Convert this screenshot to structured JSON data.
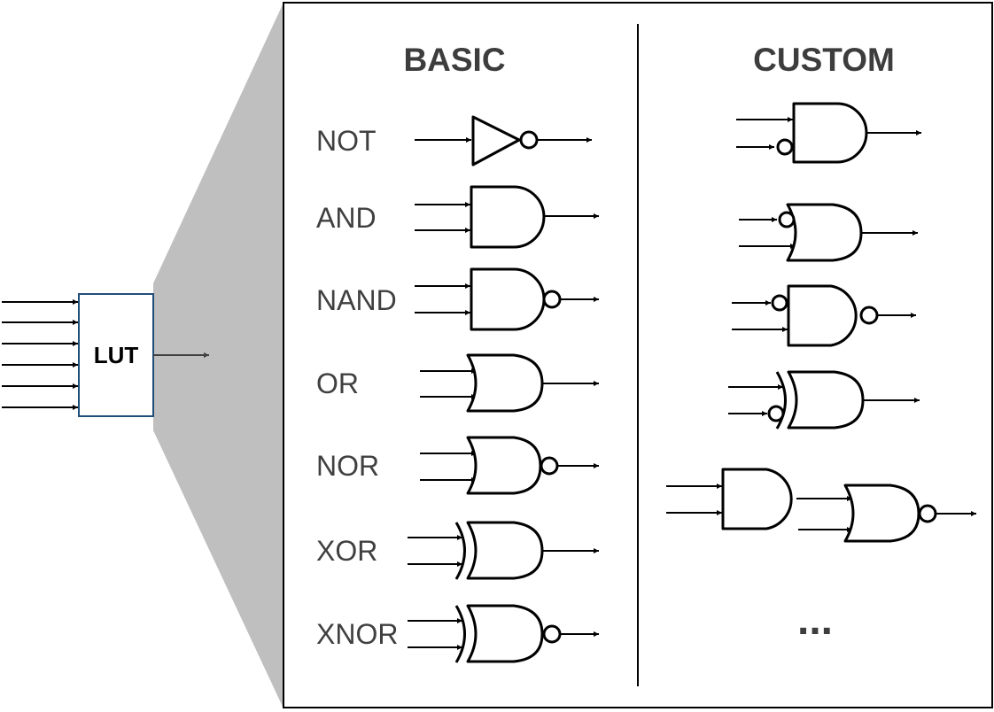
{
  "diagram": {
    "lut_label": "LUT",
    "basic": {
      "title": "BASIC",
      "gates": [
        {
          "label": "NOT",
          "kind": "not"
        },
        {
          "label": "AND",
          "kind": "and"
        },
        {
          "label": "NAND",
          "kind": "nand"
        },
        {
          "label": "OR",
          "kind": "or"
        },
        {
          "label": "NOR",
          "kind": "nor"
        },
        {
          "label": "XOR",
          "kind": "xor"
        },
        {
          "label": "XNOR",
          "kind": "xnor"
        }
      ]
    },
    "custom": {
      "title": "CUSTOM",
      "items": [
        {
          "desc": "and-inverted-input"
        },
        {
          "desc": "or-inverted-input"
        },
        {
          "desc": "nand-inverted-input"
        },
        {
          "desc": "xor-inverted-input"
        },
        {
          "desc": "and-into-nor"
        }
      ],
      "ellipsis": "..."
    },
    "colors": {
      "lut_border": "#1f4e79",
      "funnel": "#bfbfbf",
      "text": "#404040"
    }
  }
}
